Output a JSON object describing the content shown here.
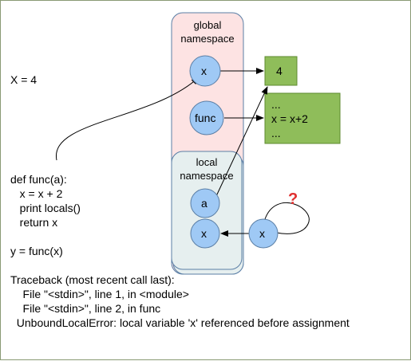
{
  "code": {
    "assign_x": "X = 4",
    "def_line": "def func(a):",
    "body_1": "   x = x + 2",
    "body_2": "   print locals()",
    "body_3": "   return x",
    "call_line": "y = func(x)",
    "traceback_header": "Traceback (most recent call last):",
    "traceback_1": "    File \"<stdin>\", line 1, in <module>",
    "traceback_2": "    File \"<stdin>\", line 2, in func",
    "error_line": "  UnboundLocalError: local variable 'x' referenced before assignment"
  },
  "global_namespace": {
    "label_line1": "global",
    "label_line2": "namespace",
    "names": [
      "x",
      "func"
    ]
  },
  "local_namespace": {
    "label_line1": "local",
    "label_line2": "namespace",
    "names": [
      "a",
      "x"
    ]
  },
  "objects": {
    "int_value": "4",
    "function_body": [
      "...",
      "x = x+2",
      "..."
    ]
  },
  "dangling_name": "x",
  "question_mark": "?",
  "colors": {
    "global_fill": "#fde3e3",
    "local_fill": "#e6efef",
    "namespace_stroke": "#5b7fa6",
    "name_fill": "#9fc9f5",
    "object_fill": "#8fbd5a",
    "object_stroke": "#5d8a2f",
    "question_color": "#e03030"
  }
}
